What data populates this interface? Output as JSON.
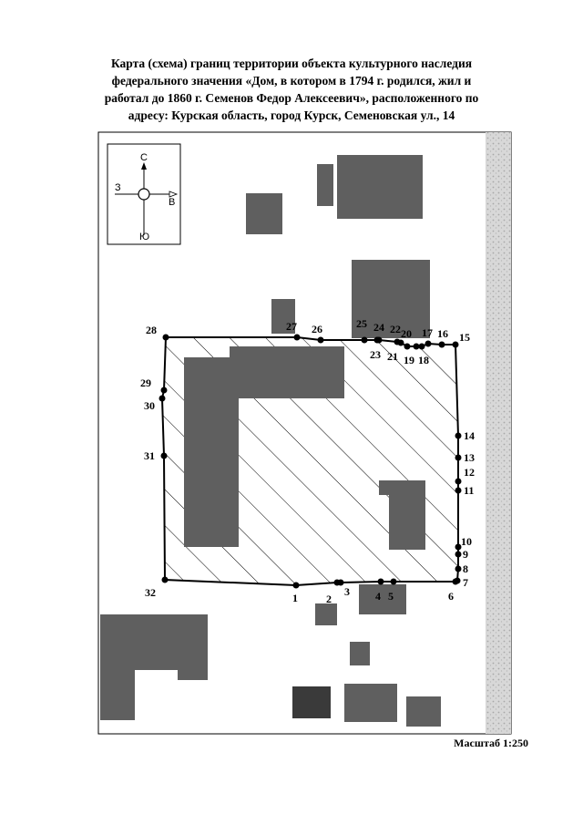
{
  "title_lines": [
    "Карта (схема) границ территории объекта культурного наследия",
    "федерального значения «Дом, в котором в 1794 г. родился, жил и",
    "работал до 1860 г. Семенов Федор Алексеевич», расположенного по",
    "адресу: Курская область, город Курск, Семеновская ул., 14"
  ],
  "compass": {
    "north": "С",
    "south": "Ю",
    "west": "З",
    "east": "В"
  },
  "scale_label": "Масштаб 1:250",
  "boundary_points": [
    "1",
    "2",
    "3",
    "4",
    "5",
    "6",
    "7",
    "8",
    "9",
    "10",
    "11",
    "12",
    "13",
    "14",
    "15",
    "16",
    "17",
    "18",
    "19",
    "20",
    "21",
    "22",
    "23",
    "24",
    "25",
    "26",
    "27",
    "28",
    "29",
    "30",
    "31",
    "32"
  ],
  "colors": {
    "building": "#5f5f5f",
    "building_dark": "#3a3a3a",
    "street": "#c8c8c8",
    "boundary": "#000000",
    "hatch": "#000000"
  }
}
